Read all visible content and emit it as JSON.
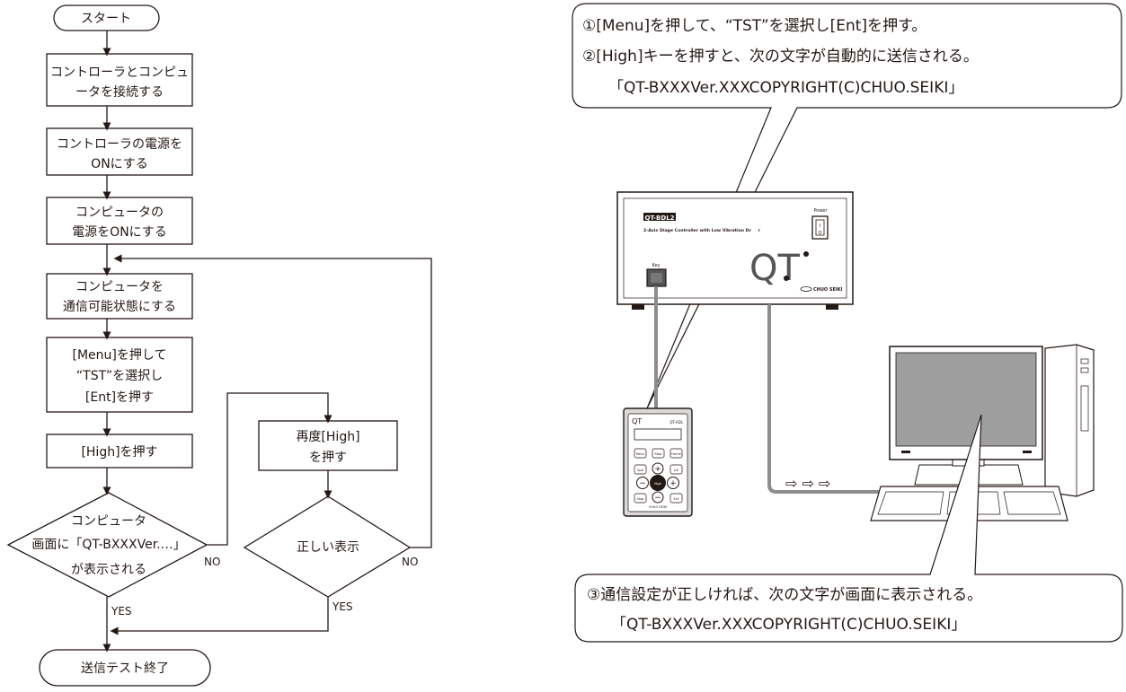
{
  "flowchart": {
    "start": "スタート",
    "step1": [
      "コントローラとコンピュ",
      "ータを接続する"
    ],
    "step2": [
      "コントローラの電源を",
      "ONにする"
    ],
    "step3": [
      "コンピュータの",
      "電源をONにする"
    ],
    "step4": [
      "コンピュータを",
      "通信可能状態にする"
    ],
    "step5": [
      "[Menu]を押して",
      "“TST”を選択し",
      "[Ent]を押す"
    ],
    "step6": "[High]を押す",
    "decision1": [
      "コンピュータ",
      "画面に「QT-BXXXVer.…」",
      "が表示される"
    ],
    "decision1_no": "NO",
    "decision1_yes": "YES",
    "retry": [
      "再度[High]",
      "を押す"
    ],
    "decision2": "正しい表示",
    "decision2_no": "NO",
    "decision2_yes": "YES",
    "end": "送信テスト終了"
  },
  "callout_top": {
    "line1": "①[Menu]を押して、“TST”を選択し[Ent]を押す。",
    "line2": "②[High]キーを押すと、次の文字が自動的に送信される。",
    "line3": "「QT-BXXXVer.XXXCOPYRIGHT(C)CHUO.SEIKI」"
  },
  "callout_bottom": {
    "line1": "③通信設定が正しければ、次の文字が画面に表示される。",
    "line2": "「QT-BXXXVer.XXXCOPYRIGHT(C)CHUO.SEIKI」"
  },
  "controller": {
    "model": "QT-BDL2",
    "subtitle": "2-Axis Stage Controller with Low Vibration Driver",
    "logo": "QT",
    "power_label": "Power",
    "key_label": "Key",
    "brand": "CHUO SEIKI"
  },
  "pendant": {
    "logo": "QT",
    "tag": "QT-ADL",
    "buttons": [
      "Menu",
      "Step",
      "Home",
      "Spd",
      "Jdl",
      "High",
      "Stop",
      "Ent"
    ]
  },
  "data_flow_arrows": "⇨ ⇨ ⇨",
  "colors": {
    "line": "#231815",
    "cable": "#8c8c8c",
    "screen": "#9e9e9e",
    "device_gray": "#d9d9d9"
  }
}
